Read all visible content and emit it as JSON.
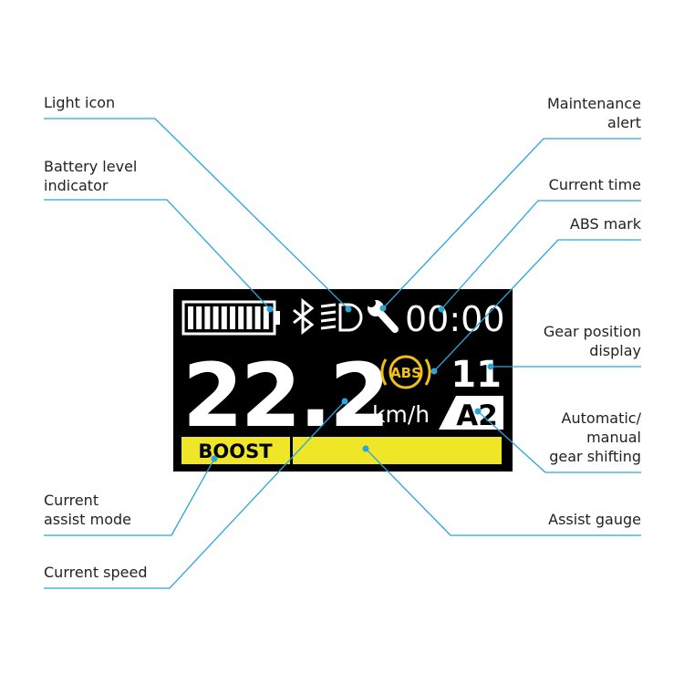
{
  "callouts": {
    "light_icon": "Light icon",
    "battery_level": "Battery level\nindicator",
    "maintenance_alert": "Maintenance\nalert",
    "current_time": "Current time",
    "abs_mark": "ABS mark",
    "gear_position": "Gear position\ndisplay",
    "gear_shifting": "Automatic/\nmanual\ngear shifting",
    "assist_mode": "Current\nassist mode",
    "assist_gauge": "Assist gauge",
    "current_speed": "Current speed"
  },
  "display": {
    "time": "00:00",
    "speed": "22.2",
    "speed_unit": "km/h",
    "abs_label": "ABS",
    "gear_position": "11",
    "shift_mode": "A2",
    "assist_mode": "BOOST",
    "battery_segments_lit": 10,
    "battery_segments_total": 10,
    "assist_gauge_fill": 1.0
  },
  "icons": {
    "battery": "battery-icon",
    "bluetooth": "bluetooth-icon",
    "headlight": "headlight-icon",
    "wrench": "wrench-icon"
  },
  "colors": {
    "leader": "#2aa6d8",
    "accent_yellow": "#f0e628",
    "abs_amber": "#f0c018",
    "screen_bg": "#000000",
    "screen_fg": "#ffffff"
  }
}
